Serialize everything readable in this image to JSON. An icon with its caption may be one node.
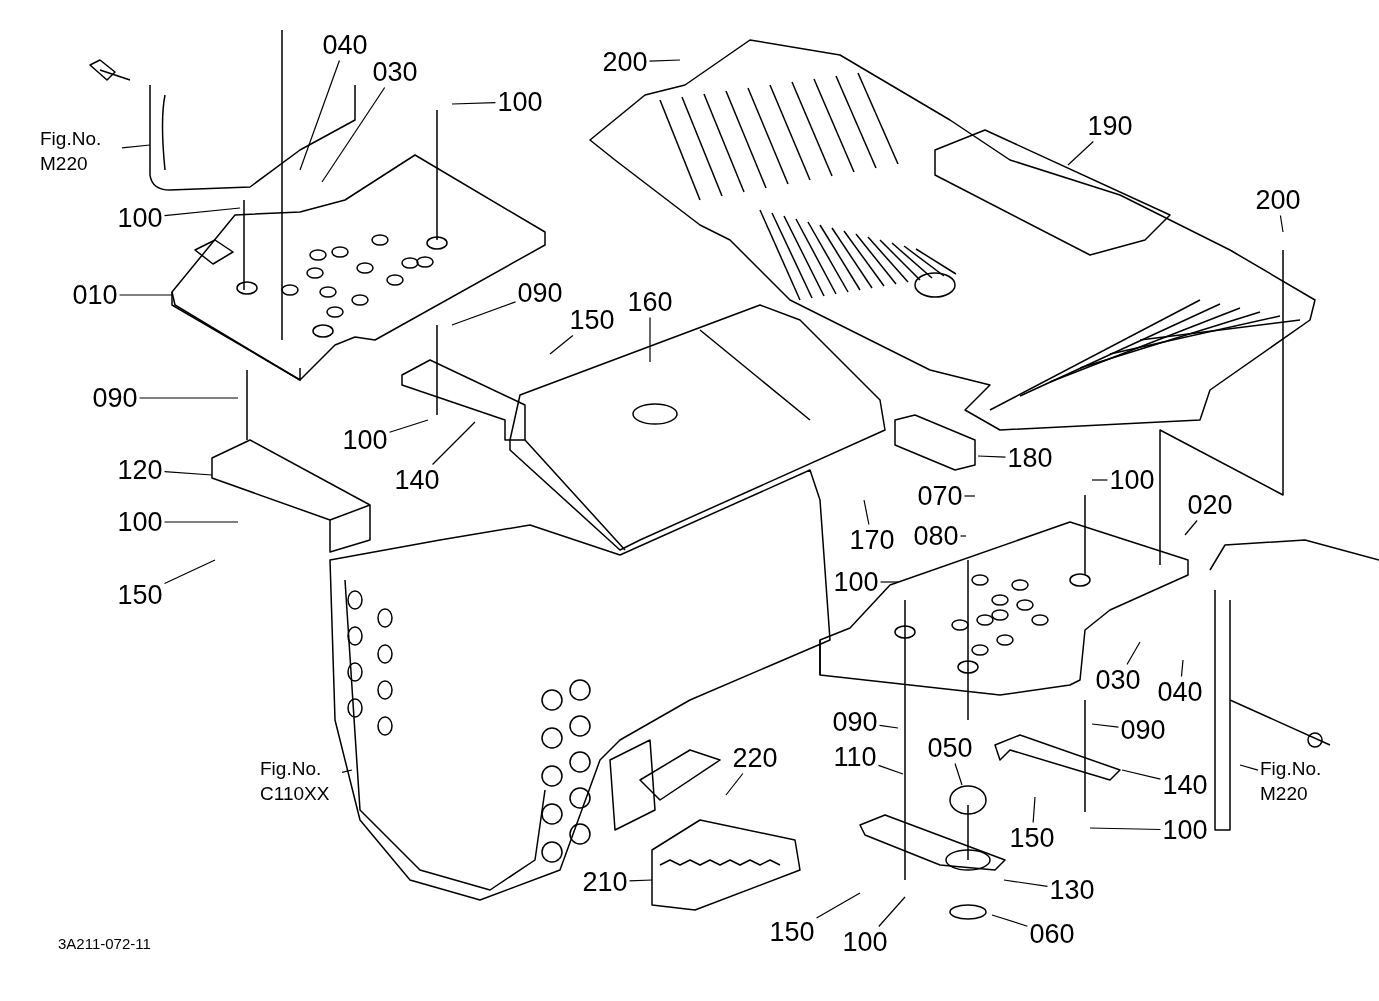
{
  "diagram": {
    "nodes": [
      {
        "text": [
          "040"
        ]
      },
      {
        "text": [
          "030"
        ]
      },
      {
        "text": [
          "Fig.No. M220"
        ]
      },
      {
        "text": [
          "100"
        ]
      },
      {
        "text": [
          "200"
        ]
      },
      {
        "text": [
          "190"
        ]
      },
      {
        "text": [
          "100"
        ]
      },
      {
        "text": [
          "200"
        ]
      },
      {
        "text": [
          "010"
        ]
      },
      {
        "text": [
          "090"
        ]
      },
      {
        "text": [
          "160"
        ]
      },
      {
        "text": [
          "150"
        ]
      },
      {
        "text": [
          "090"
        ]
      },
      {
        "text": [
          "100"
        ]
      },
      {
        "text": [
          "180"
        ]
      },
      {
        "text": [
          "140"
        ]
      },
      {
        "text": [
          "120"
        ]
      },
      {
        "text": [
          "100"
        ]
      },
      {
        "text": [
          "070"
        ]
      },
      {
        "text": [
          "020"
        ]
      },
      {
        "text": [
          "100"
        ]
      },
      {
        "text": [
          "170"
        ]
      },
      {
        "text": [
          "080"
        ]
      },
      {
        "text": [
          "100"
        ]
      },
      {
        "text": [
          "150"
        ]
      },
      {
        "text": [
          "030"
        ]
      },
      {
        "text": [
          "040"
        ]
      },
      {
        "text": [
          "090"
        ]
      },
      {
        "text": [
          "090"
        ]
      },
      {
        "text": [
          "110"
        ]
      },
      {
        "text": [
          "050"
        ]
      },
      {
        "text": [
          "220"
        ]
      },
      {
        "text": [
          "Fig.No. C110XX"
        ]
      },
      {
        "text": [
          "140"
        ]
      },
      {
        "text": [
          "150"
        ]
      },
      {
        "text": [
          "100"
        ]
      },
      {
        "text": [
          "Fig.No. M220"
        ]
      },
      {
        "text": [
          "210"
        ]
      },
      {
        "text": [
          "130"
        ]
      },
      {
        "text": [
          "150"
        ]
      },
      {
        "text": [
          "100"
        ]
      },
      {
        "text": [
          "060"
        ]
      }
    ],
    "edges": [
      {
        "from": 0,
        "to": null,
        "arrow": "none"
      },
      {
        "from": 1,
        "to": null,
        "arrow": "none"
      },
      {
        "from": 2,
        "to": null,
        "arrow": "none"
      },
      {
        "from": 3,
        "to": null,
        "arrow": "none"
      },
      {
        "from": 4,
        "to": null,
        "arrow": "none"
      },
      {
        "from": 5,
        "to": null,
        "arrow": "none"
      },
      {
        "from": 6,
        "to": null,
        "arrow": "none"
      },
      {
        "from": 7,
        "to": null,
        "arrow": "none"
      },
      {
        "from": 8,
        "to": null,
        "arrow": "none"
      },
      {
        "from": 9,
        "to": null,
        "arrow": "none"
      },
      {
        "from": 10,
        "to": null,
        "arrow": "none"
      },
      {
        "from": 11,
        "to": null,
        "arrow": "none"
      },
      {
        "from": 12,
        "to": null,
        "arrow": "none"
      },
      {
        "from": 13,
        "to": null,
        "arrow": "none"
      },
      {
        "from": 14,
        "to": null,
        "arrow": "none"
      },
      {
        "from": 15,
        "to": null,
        "arrow": "none"
      },
      {
        "from": 16,
        "to": null,
        "arrow": "none"
      },
      {
        "from": 17,
        "to": null,
        "arrow": "none"
      },
      {
        "from": 18,
        "to": null,
        "arrow": "none"
      },
      {
        "from": 19,
        "to": null,
        "arrow": "none"
      },
      {
        "from": 20,
        "to": null,
        "arrow": "none"
      },
      {
        "from": 21,
        "to": null,
        "arrow": "none"
      },
      {
        "from": 22,
        "to": null,
        "arrow": "none"
      },
      {
        "from": 23,
        "to": null,
        "arrow": "none"
      },
      {
        "from": 24,
        "to": null,
        "arrow": "none"
      },
      {
        "from": 25,
        "to": null,
        "arrow": "none"
      },
      {
        "from": 26,
        "to": null,
        "arrow": "none"
      },
      {
        "from": 27,
        "to": null,
        "arrow": "none"
      },
      {
        "from": 28,
        "to": null,
        "arrow": "none"
      },
      {
        "from": 29,
        "to": null,
        "arrow": "none"
      },
      {
        "from": 30,
        "to": null,
        "arrow": "none"
      },
      {
        "from": 31,
        "to": null,
        "arrow": "none"
      },
      {
        "from": 32,
        "to": null,
        "arrow": "none"
      },
      {
        "from": 33,
        "to": null,
        "arrow": "none"
      },
      {
        "from": 34,
        "to": null,
        "arrow": "none"
      },
      {
        "from": 35,
        "to": null,
        "arrow": "none"
      },
      {
        "from": 36,
        "to": null,
        "arrow": "none"
      },
      {
        "from": 37,
        "to": null,
        "arrow": "none"
      },
      {
        "from": 38,
        "to": null,
        "arrow": "none"
      },
      {
        "from": 39,
        "to": null,
        "arrow": "none"
      },
      {
        "from": 40,
        "to": null,
        "arrow": "none"
      },
      {
        "from": 41,
        "to": null,
        "arrow": "none"
      }
    ],
    "labels": [
      "3A211-072-11"
    ]
  }
}
